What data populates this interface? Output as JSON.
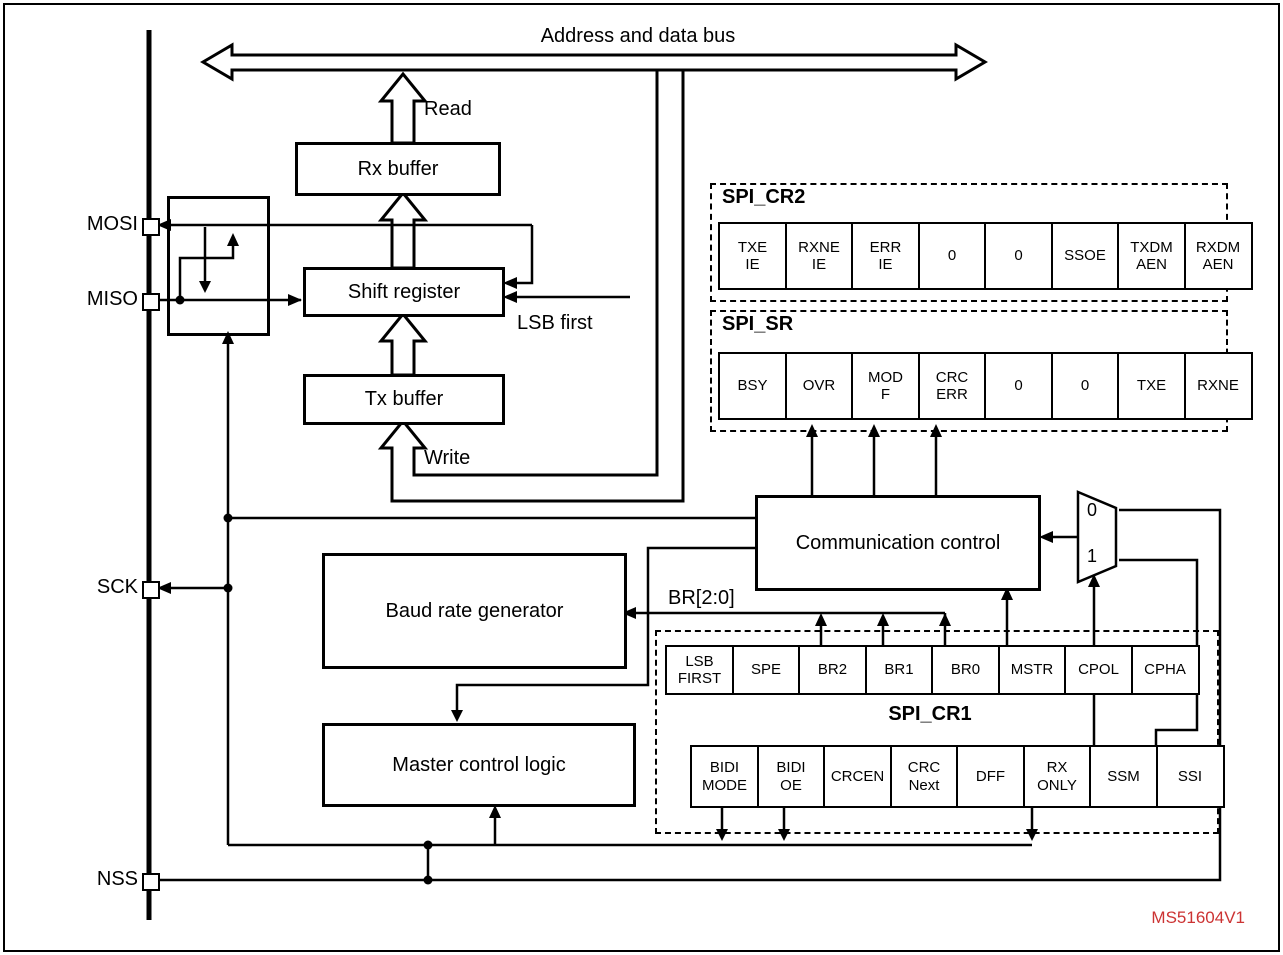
{
  "bus": {
    "label": "Address and data bus",
    "read_label": "Read",
    "write_label": "Write"
  },
  "pins": {
    "mosi": "MOSI",
    "miso": "MISO",
    "sck": "SCK",
    "nss": "NSS"
  },
  "blocks": {
    "rx_buffer": "Rx buffer",
    "shift_register": "Shift register",
    "tx_buffer": "Tx buffer",
    "baud_rate_generator": "Baud rate generator",
    "master_control_logic": "Master control logic",
    "communication_control": "Communication control"
  },
  "labels": {
    "lsb_first": "LSB first",
    "br_bits": "BR[2:0]"
  },
  "mux": {
    "input0": "0",
    "input1": "1"
  },
  "registers": {
    "cr2": {
      "name": "SPI_CR2",
      "bits": [
        "TXE\nIE",
        "RXNE\nIE",
        "ERR\nIE",
        "0",
        "0",
        "SSOE",
        "TXDM\nAEN",
        "RXDM\nAEN"
      ]
    },
    "sr": {
      "name": "SPI_SR",
      "bits": [
        "BSY",
        "OVR",
        "MOD\nF",
        "CRC\nERR",
        "0",
        "0",
        "TXE",
        "RXNE"
      ]
    },
    "cr1": {
      "name": "SPI_CR1",
      "bits_high": [
        "LSB\nFIRST",
        "SPE",
        "BR2",
        "BR1",
        "BR0",
        "MSTR",
        "CPOL",
        "CPHA"
      ],
      "bits_low": [
        "BIDI\nMODE",
        "BIDI\nOE",
        "CRCEN",
        "CRC\nNext",
        "DFF",
        "RX\nONLY",
        "SSM",
        "SSI"
      ]
    }
  },
  "watermark": {
    "text": "MS51604V1",
    "color": "#cc3333"
  },
  "colors": {
    "line": "#000000",
    "background": "#ffffff"
  }
}
